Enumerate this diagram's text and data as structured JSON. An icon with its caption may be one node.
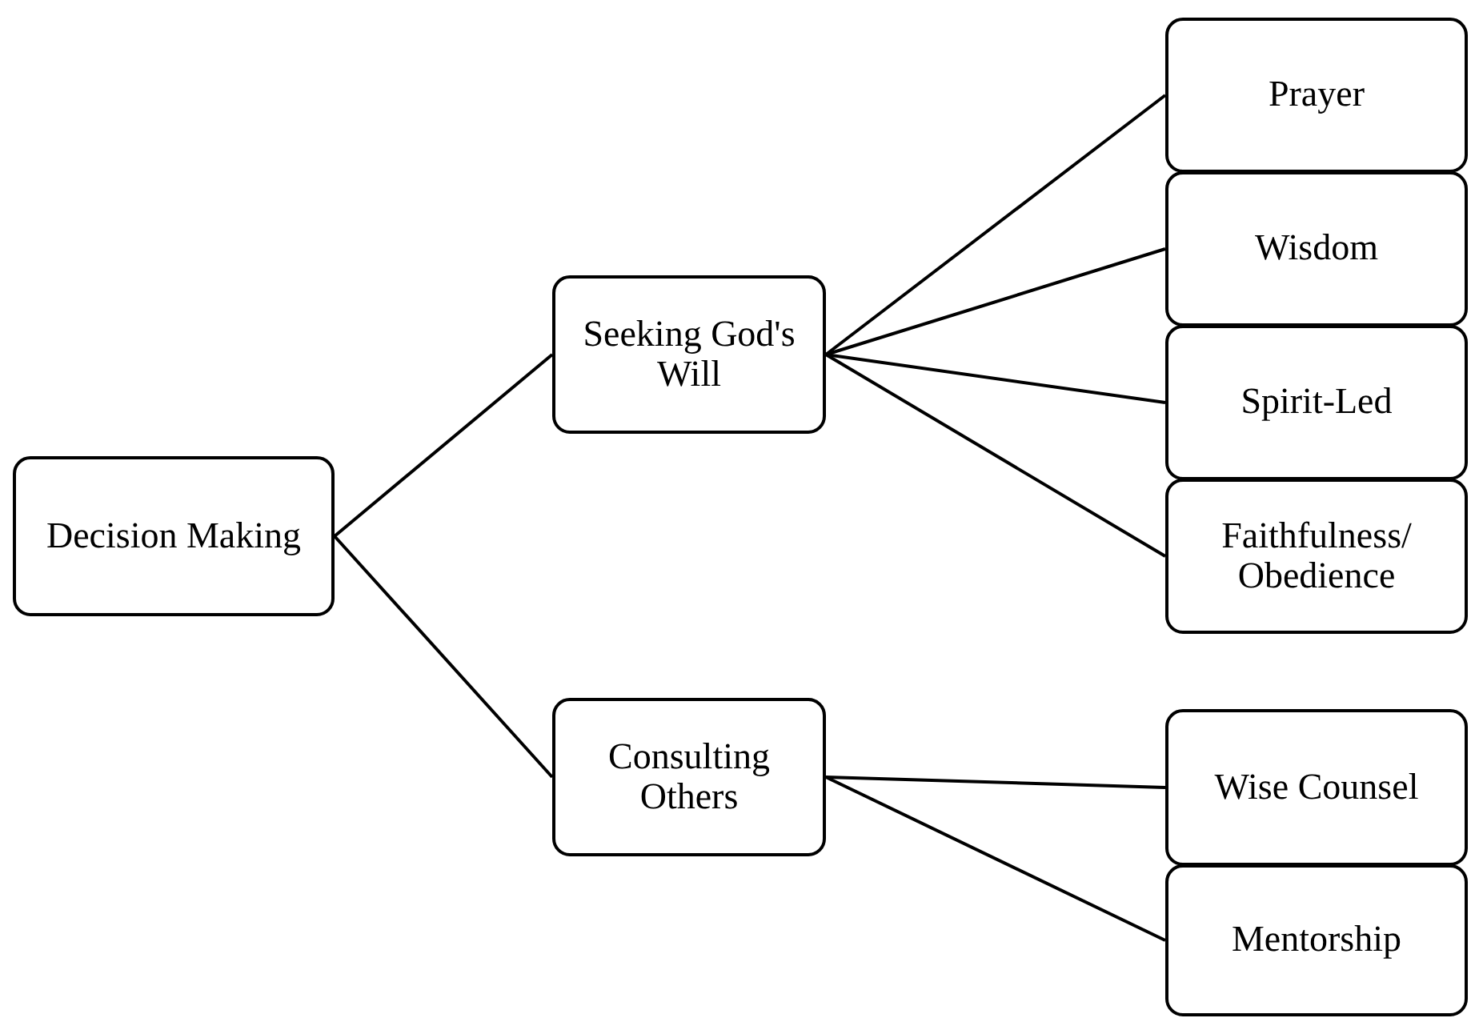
{
  "diagram": {
    "nodes": [
      {
        "text": [
          "Decision Making"
        ]
      },
      {
        "text": [
          "Seeking God's Will"
        ]
      },
      {
        "text": [
          "Consulting Others"
        ]
      },
      {
        "text": [
          "Prayer"
        ]
      },
      {
        "text": [
          "Wisdom"
        ]
      },
      {
        "text": [
          "Spirit-Led"
        ]
      },
      {
        "text": [
          "Faithfulness/ Obedience"
        ]
      },
      {
        "text": [
          "Wise Counsel"
        ]
      },
      {
        "text": [
          "Mentorship"
        ]
      }
    ],
    "edges": [
      {
        "from": 0,
        "to": 1,
        "arrow": "none"
      },
      {
        "from": 0,
        "to": 2,
        "arrow": "none"
      },
      {
        "from": 1,
        "to": 3,
        "arrow": "none"
      },
      {
        "from": 1,
        "to": 4,
        "arrow": "none"
      },
      {
        "from": 1,
        "to": 5,
        "arrow": "none"
      },
      {
        "from": 1,
        "to": 6,
        "arrow": "none"
      },
      {
        "from": 2,
        "to": 7,
        "arrow": "none"
      },
      {
        "from": 2,
        "to": 8,
        "arrow": "none"
      }
    ]
  }
}
